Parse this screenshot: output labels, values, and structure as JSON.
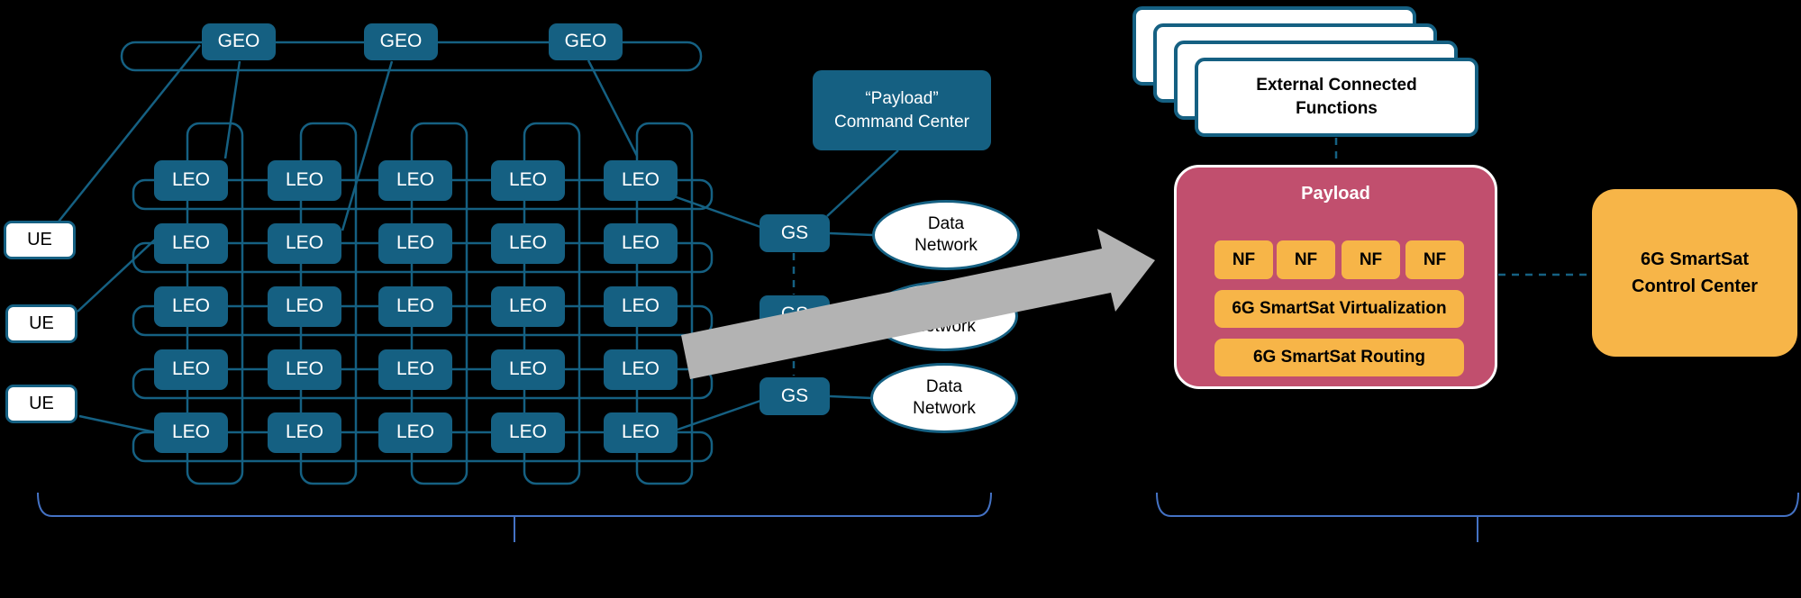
{
  "nodes": {
    "geo": "GEO",
    "leo": "LEO",
    "ue": "UE",
    "gs": "GS",
    "command_center_line1": "“Payload”",
    "command_center_line2": "Command Center",
    "data_network_line1": "Data",
    "data_network_line2": "Network"
  },
  "right": {
    "external_line1": "External Connected",
    "external_line2": "Functions",
    "payload_title": "Payload",
    "nf": "NF",
    "virtualization": "6G SmartSat Virtualization",
    "routing": "6G SmartSat Routing",
    "control_line1": "6G SmartSat",
    "control_line2": "Control Center"
  },
  "structure": {
    "leo_rows": 5,
    "leo_cols": 5,
    "geo_count": 3,
    "ue_count": 3,
    "gs_count": 3,
    "data_network_count": 3,
    "nf_count": 4,
    "external_card_count": 4
  },
  "colors": {
    "teal": "#156082",
    "pink": "#C14F6E",
    "orange": "#F7B548",
    "arrow_gray": "#B3B3B3",
    "brace_blue": "#4472C4",
    "node_text": "#FFFFFF",
    "dark_text": "#000000"
  }
}
